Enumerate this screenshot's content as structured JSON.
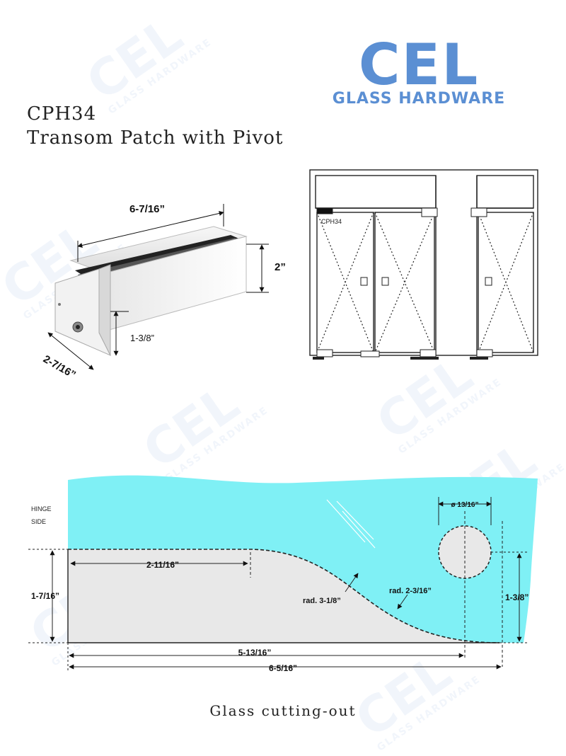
{
  "brand": {
    "logo_main": "CEL",
    "logo_sub": "GLASS HARDWARE",
    "color": "#5b8fd3"
  },
  "product": {
    "code": "CPH34",
    "name": "Transom Patch with Pivot"
  },
  "fitting_dims": {
    "length": "6-7/16”",
    "height": "2”",
    "width": "2-7/16”",
    "lip": "1-3/8”"
  },
  "door_diagram": {
    "label": "CPH34"
  },
  "cutout": {
    "side_label_1": "HINGE",
    "side_label_2": "SIDE",
    "hole_dia": "ø 13/16”",
    "dim_top": "2-11/16”",
    "dim_left": "1-7/16”",
    "dim_right": "1-3/8”",
    "rad_1": "rad. 3-1/8”",
    "rad_2": "rad. 2-3/16”",
    "dim_bottom_1": "5-13/16”",
    "dim_bottom_2": "6-5/16”",
    "glass_color": "#7ff0f5"
  },
  "caption": "Glass cutting-out"
}
